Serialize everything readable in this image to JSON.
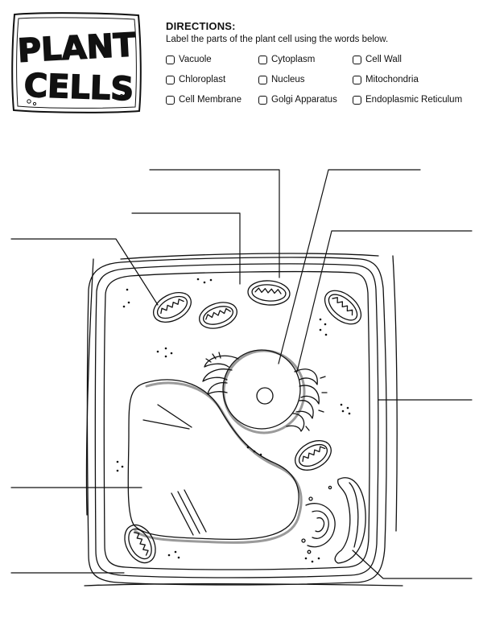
{
  "logo": {
    "line1": "PLANT",
    "line2": "CELLS"
  },
  "directions": {
    "title": "DIRECTIONS:",
    "text": "Label the parts of the plant cell using the words below."
  },
  "word_bank": [
    "Vacuole",
    "Cytoplasm",
    "Cell Wall",
    "Chloroplast",
    "Nucleus",
    "Mitochondria",
    "Cell Membrane",
    "Golgi Apparatus",
    "Endoplasmic Reticulum"
  ]
}
